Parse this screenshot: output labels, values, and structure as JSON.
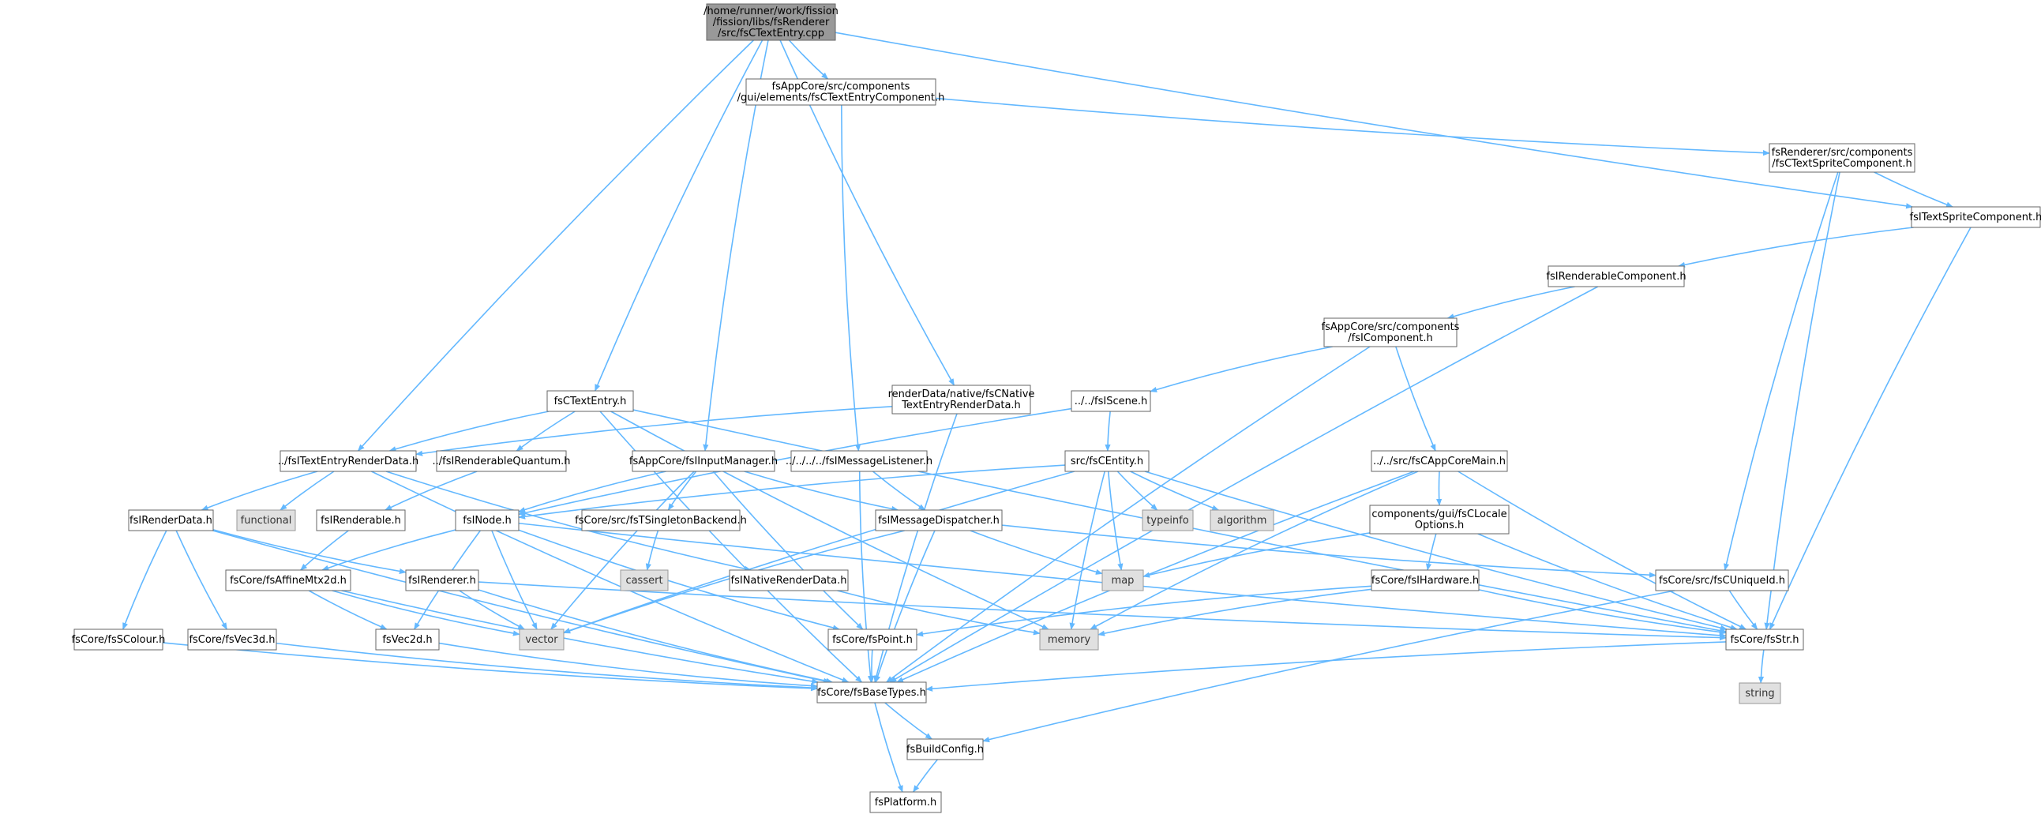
{
  "graph": {
    "colors": {
      "edge": "#63b8ff",
      "root_fill": "#999999",
      "node_fill": "#ffffff",
      "system_fill": "#e0e0e0",
      "border": "#666666"
    },
    "nodes": [
      {
        "id": "root",
        "lines": [
          "/home/runner/work/fission",
          "/fission/libs/fsRenderer",
          "/src/fsCTextEntry.cpp"
        ],
        "kind": "root"
      },
      {
        "id": "appcore_textentrycomp",
        "lines": [
          "fsAppCore/src/components",
          "/gui/elements/fsCTextEntryComponent.h"
        ],
        "kind": "file"
      },
      {
        "id": "renderer_textsprite",
        "lines": [
          "fsRenderer/src/components",
          "/fsCTextSpriteComponent.h"
        ],
        "kind": "file"
      },
      {
        "id": "itextsprite",
        "lines": [
          "fsITextSpriteComponent.h"
        ],
        "kind": "file"
      },
      {
        "id": "irenderablecomp",
        "lines": [
          "fsIRenderableComponent.h"
        ],
        "kind": "file"
      },
      {
        "id": "icomponent",
        "lines": [
          "fsAppCore/src/components",
          "/fsIComponent.h"
        ],
        "kind": "file"
      },
      {
        "id": "iscene",
        "lines": [
          "../../fsIScene.h"
        ],
        "kind": "file"
      },
      {
        "id": "ctextentry",
        "lines": [
          "fsCTextEntry.h"
        ],
        "kind": "file"
      },
      {
        "id": "nativetextentry",
        "lines": [
          "renderData/native/fsCNative",
          "TextEntryRenderData.h"
        ],
        "kind": "file"
      },
      {
        "id": "itextentryrender",
        "lines": [
          "../fsITextEntryRenderData.h"
        ],
        "kind": "file"
      },
      {
        "id": "irenderablequantum",
        "lines": [
          "../fsIRenderableQuantum.h"
        ],
        "kind": "file"
      },
      {
        "id": "inputmanager",
        "lines": [
          "fsAppCore/fsIInputManager.h"
        ],
        "kind": "file"
      },
      {
        "id": "imessagelistener",
        "lines": [
          "../../../../fsIMessageListener.h"
        ],
        "kind": "file"
      },
      {
        "id": "centity",
        "lines": [
          "src/fsCEntity.h"
        ],
        "kind": "file"
      },
      {
        "id": "appcoremain",
        "lines": [
          "../../src/fsCAppCoreMain.h"
        ],
        "kind": "file"
      },
      {
        "id": "irenderdata",
        "lines": [
          "fsIRenderData.h"
        ],
        "kind": "file"
      },
      {
        "id": "functional",
        "lines": [
          "functional"
        ],
        "kind": "system"
      },
      {
        "id": "irenderable",
        "lines": [
          "fsIRenderable.h"
        ],
        "kind": "file"
      },
      {
        "id": "inode",
        "lines": [
          "fsINode.h"
        ],
        "kind": "file"
      },
      {
        "id": "tsingleton",
        "lines": [
          "fsCore/src/fsTSingletonBackend.h"
        ],
        "kind": "file"
      },
      {
        "id": "imsgdispatcher",
        "lines": [
          "fsIMessageDispatcher.h"
        ],
        "kind": "file"
      },
      {
        "id": "typeinfo",
        "lines": [
          "typeinfo"
        ],
        "kind": "system"
      },
      {
        "id": "algorithm",
        "lines": [
          "algorithm"
        ],
        "kind": "system"
      },
      {
        "id": "clocaleoptions",
        "lines": [
          "components/gui/fsCLocale",
          "Options.h"
        ],
        "kind": "file"
      },
      {
        "id": "affinemtx",
        "lines": [
          "fsCore/fsAffineMtx2d.h"
        ],
        "kind": "file"
      },
      {
        "id": "irenderer",
        "lines": [
          "fsIRenderer.h"
        ],
        "kind": "file"
      },
      {
        "id": "cassert",
        "lines": [
          "cassert"
        ],
        "kind": "system"
      },
      {
        "id": "inativerenderdata",
        "lines": [
          "fsINativeRenderData.h"
        ],
        "kind": "file"
      },
      {
        "id": "map",
        "lines": [
          "map"
        ],
        "kind": "system"
      },
      {
        "id": "ihardware",
        "lines": [
          "fsCore/fsIHardware.h"
        ],
        "kind": "file"
      },
      {
        "id": "cuniqueid",
        "lines": [
          "fsCore/src/fsCUniqueId.h"
        ],
        "kind": "file"
      },
      {
        "id": "scolour",
        "lines": [
          "fsCore/fsSColour.h"
        ],
        "kind": "file"
      },
      {
        "id": "vec3d",
        "lines": [
          "fsCore/fsVec3d.h"
        ],
        "kind": "file"
      },
      {
        "id": "vec2d",
        "lines": [
          "fsVec2d.h"
        ],
        "kind": "file"
      },
      {
        "id": "vector",
        "lines": [
          "vector"
        ],
        "kind": "system"
      },
      {
        "id": "point",
        "lines": [
          "fsCore/fsPoint.h"
        ],
        "kind": "file"
      },
      {
        "id": "memory",
        "lines": [
          "memory"
        ],
        "kind": "system"
      },
      {
        "id": "str",
        "lines": [
          "fsCore/fsStr.h"
        ],
        "kind": "file"
      },
      {
        "id": "basetypes",
        "lines": [
          "fsCore/fsBaseTypes.h"
        ],
        "kind": "file"
      },
      {
        "id": "string",
        "lines": [
          "string"
        ],
        "kind": "system"
      },
      {
        "id": "buildconfig",
        "lines": [
          "fsBuildConfig.h"
        ],
        "kind": "file"
      },
      {
        "id": "platform",
        "lines": [
          "fsPlatform.h"
        ],
        "kind": "file"
      }
    ],
    "edges": [
      [
        "root",
        "appcore_textentrycomp"
      ],
      [
        "root",
        "itextsprite"
      ],
      [
        "root",
        "ctextentry"
      ],
      [
        "root",
        "itextentryrender"
      ],
      [
        "root",
        "inputmanager"
      ],
      [
        "root",
        "nativetextentry"
      ],
      [
        "appcore_textentrycomp",
        "renderer_textsprite"
      ],
      [
        "appcore_textentrycomp",
        "imessagelistener"
      ],
      [
        "renderer_textsprite",
        "itextsprite"
      ],
      [
        "renderer_textsprite",
        "cuniqueid"
      ],
      [
        "renderer_textsprite",
        "str"
      ],
      [
        "itextsprite",
        "irenderablecomp"
      ],
      [
        "itextsprite",
        "str"
      ],
      [
        "irenderablecomp",
        "icomponent"
      ],
      [
        "irenderablecomp",
        "basetypes"
      ],
      [
        "icomponent",
        "iscene"
      ],
      [
        "icomponent",
        "appcoremain"
      ],
      [
        "icomponent",
        "basetypes"
      ],
      [
        "iscene",
        "centity"
      ],
      [
        "iscene",
        "inode"
      ],
      [
        "ctextentry",
        "itextentryrender"
      ],
      [
        "ctextentry",
        "irenderablequantum"
      ],
      [
        "ctextentry",
        "memory"
      ],
      [
        "ctextentry",
        "basetypes"
      ],
      [
        "ctextentry",
        "str"
      ],
      [
        "nativetextentry",
        "itextentryrender"
      ],
      [
        "nativetextentry",
        "basetypes"
      ],
      [
        "itextentryrender",
        "irenderdata"
      ],
      [
        "itextentryrender",
        "functional"
      ],
      [
        "itextentryrender",
        "inativerenderdata"
      ],
      [
        "itextentryrender",
        "basetypes"
      ],
      [
        "irenderablequantum",
        "irenderable"
      ],
      [
        "inputmanager",
        "inode"
      ],
      [
        "inputmanager",
        "tsingleton"
      ],
      [
        "inputmanager",
        "imsgdispatcher"
      ],
      [
        "inputmanager",
        "point"
      ],
      [
        "inputmanager",
        "vector"
      ],
      [
        "imessagelistener",
        "imsgdispatcher"
      ],
      [
        "imessagelistener",
        "basetypes"
      ],
      [
        "centity",
        "inode"
      ],
      [
        "centity",
        "typeinfo"
      ],
      [
        "centity",
        "algorithm"
      ],
      [
        "centity",
        "map"
      ],
      [
        "centity",
        "memory"
      ],
      [
        "centity",
        "vector"
      ],
      [
        "centity",
        "str"
      ],
      [
        "appcoremain",
        "clocaleoptions"
      ],
      [
        "appcoremain",
        "memory"
      ],
      [
        "appcoremain",
        "basetypes"
      ],
      [
        "appcoremain",
        "str"
      ],
      [
        "irenderdata",
        "irenderer"
      ],
      [
        "irenderdata",
        "scolour"
      ],
      [
        "irenderdata",
        "vec3d"
      ],
      [
        "irenderdata",
        "basetypes"
      ],
      [
        "irenderable",
        "affinemtx"
      ],
      [
        "inode",
        "affinemtx"
      ],
      [
        "inode",
        "vec2d"
      ],
      [
        "inode",
        "vector"
      ],
      [
        "inode",
        "point"
      ],
      [
        "inode",
        "str"
      ],
      [
        "tsingleton",
        "cassert"
      ],
      [
        "imsgdispatcher",
        "map"
      ],
      [
        "imsgdispatcher",
        "cuniqueid"
      ],
      [
        "imsgdispatcher",
        "vector"
      ],
      [
        "imsgdispatcher",
        "basetypes"
      ],
      [
        "clocaleoptions",
        "ihardware"
      ],
      [
        "clocaleoptions",
        "map"
      ],
      [
        "clocaleoptions",
        "str"
      ],
      [
        "affinemtx",
        "vec2d"
      ],
      [
        "affinemtx",
        "vector"
      ],
      [
        "affinemtx",
        "basetypes"
      ],
      [
        "irenderer",
        "vector"
      ],
      [
        "irenderer",
        "str"
      ],
      [
        "irenderer",
        "basetypes"
      ],
      [
        "inativerenderdata",
        "memory"
      ],
      [
        "ihardware",
        "point"
      ],
      [
        "ihardware",
        "memory"
      ],
      [
        "ihardware",
        "str"
      ],
      [
        "cuniqueid",
        "str"
      ],
      [
        "cuniqueid",
        "buildconfig"
      ],
      [
        "scolour",
        "basetypes"
      ],
      [
        "vec3d",
        "basetypes"
      ],
      [
        "vec2d",
        "basetypes"
      ],
      [
        "point",
        "basetypes"
      ],
      [
        "str",
        "basetypes"
      ],
      [
        "str",
        "string"
      ],
      [
        "basetypes",
        "buildconfig"
      ],
      [
        "basetypes",
        "platform"
      ],
      [
        "buildconfig",
        "platform"
      ]
    ]
  }
}
